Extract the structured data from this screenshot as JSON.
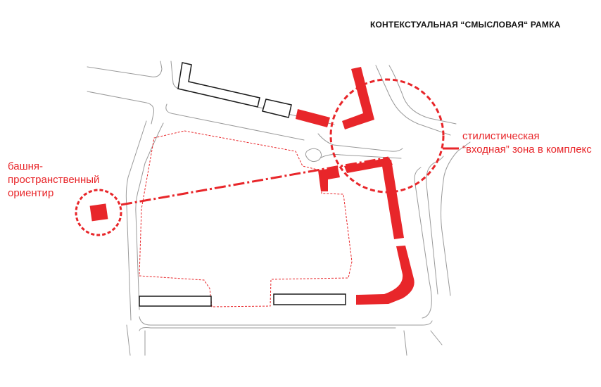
{
  "title": "КОНТЕКСТУАЛЬНАЯ “СМЫСЛОВАЯ“ РАМКА",
  "labels": {
    "tower": {
      "lines": [
        "башня-",
        "пространственный",
        "ориентир"
      ]
    },
    "entry_zone": {
      "lines": [
        "стилистическая",
        "“входная” зона в комплекс"
      ]
    }
  },
  "colors": {
    "accent_red": "#e8262a",
    "road_gray": "#9a9a9a",
    "building_outline": "#1a1a1a",
    "title_text": "#111111",
    "background": "#ffffff"
  }
}
